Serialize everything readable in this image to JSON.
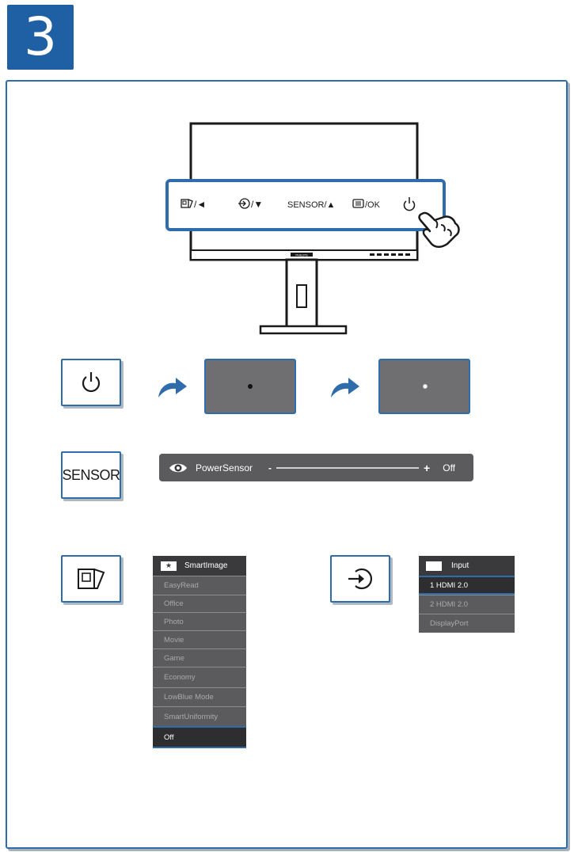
{
  "step_number": "3",
  "monitor": {
    "brand": "PHILIPS",
    "button_labels": {
      "smartimage": "/◄",
      "input": "/▼",
      "sensor": "SENSOR/▲",
      "menu": "/OK"
    }
  },
  "power_key": {
    "icon": "power-icon"
  },
  "sensor_key": {
    "label": "SENSOR"
  },
  "smartimage_key": {
    "icon": "smartimage-icon"
  },
  "input_key": {
    "icon": "input-icon"
  },
  "power_sensor_bar": {
    "label": "PowerSensor",
    "minus": "-",
    "plus": "+",
    "value": "Off",
    "icon": "eye-icon"
  },
  "smartimage_menu": {
    "title": "SmartImage",
    "icon": "star-icon",
    "items": [
      "EasyRead",
      "Office",
      "Photo",
      "Movie",
      "Game",
      "Economy",
      "LowBlue Mode",
      "SmartUniformity",
      "Off"
    ],
    "selected": "Off"
  },
  "input_menu": {
    "title": "Input",
    "icon": "input-source-icon",
    "items": [
      "1 HDMI 2.0",
      "2 HDMI 2.0",
      "DisplayPort"
    ],
    "selected": "1 HDMI 2.0"
  },
  "colors": {
    "accent_blue": "#1f5fa3",
    "frame_blue": "#2f6cab",
    "screen_gray": "#6f6f71",
    "osd_dark": "#3a3a3c"
  }
}
